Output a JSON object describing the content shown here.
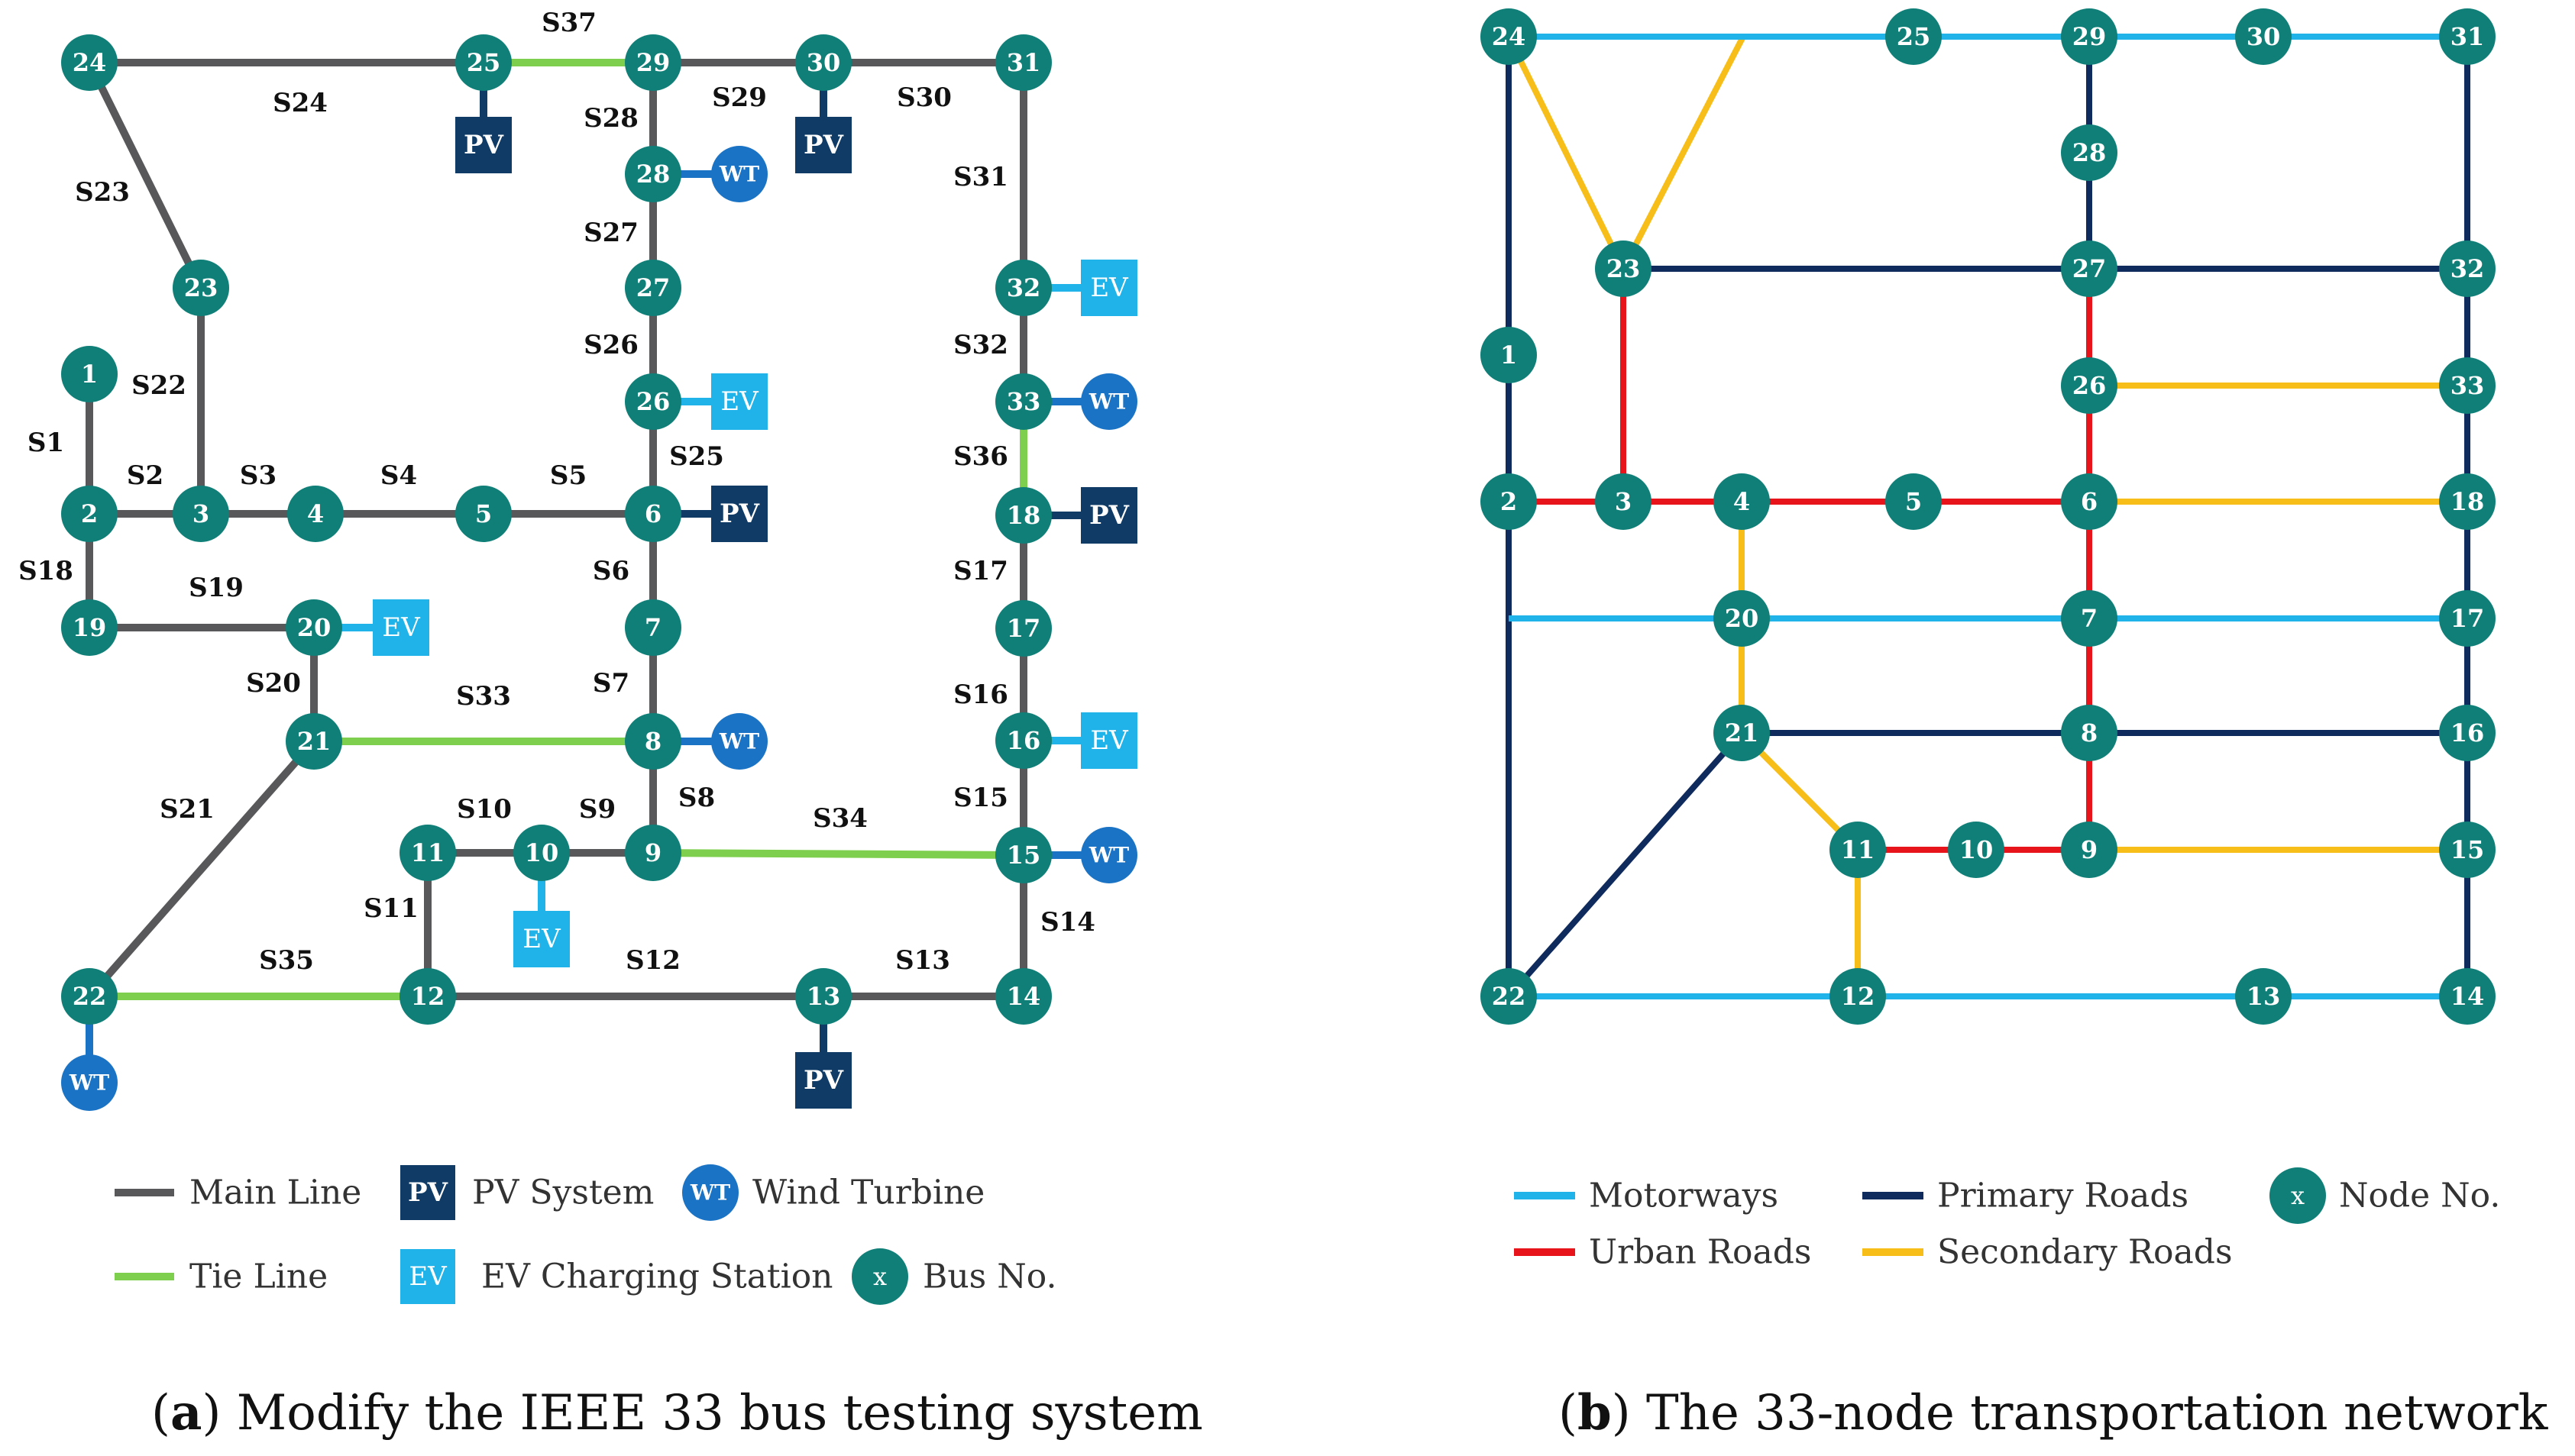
{
  "colors": {
    "bus": "#0f7f77",
    "main_line": "#58585a",
    "tie_line": "#7fcf4e",
    "pv": "#0f3b66",
    "ev": "#1fb3ea",
    "wt": "#1a73c4",
    "motorway": "#1fb3ea",
    "primary": "#0f2a5c",
    "urban": "#e8141c",
    "secondary": "#f7be1a"
  },
  "panel_a": {
    "caption_letter": "a",
    "caption_text": " Modify the IEEE 33 bus testing system",
    "buses": [
      "1",
      "2",
      "3",
      "4",
      "5",
      "6",
      "7",
      "8",
      "9",
      "10",
      "11",
      "12",
      "13",
      "14",
      "15",
      "16",
      "17",
      "18",
      "19",
      "20",
      "21",
      "22",
      "23",
      "24",
      "25",
      "26",
      "27",
      "28",
      "29",
      "30",
      "31",
      "32",
      "33"
    ],
    "segments": [
      {
        "label": "S1",
        "from": "1",
        "to": "2",
        "type": "main"
      },
      {
        "label": "S2",
        "from": "2",
        "to": "3",
        "type": "main"
      },
      {
        "label": "S3",
        "from": "3",
        "to": "4",
        "type": "main"
      },
      {
        "label": "S4",
        "from": "4",
        "to": "5",
        "type": "main"
      },
      {
        "label": "S5",
        "from": "5",
        "to": "6",
        "type": "main"
      },
      {
        "label": "S6",
        "from": "6",
        "to": "7",
        "type": "main"
      },
      {
        "label": "S7",
        "from": "7",
        "to": "8",
        "type": "main"
      },
      {
        "label": "S8",
        "from": "8",
        "to": "9",
        "type": "main"
      },
      {
        "label": "S9",
        "from": "9",
        "to": "10",
        "type": "main"
      },
      {
        "label": "S10",
        "from": "10",
        "to": "11",
        "type": "main"
      },
      {
        "label": "S11",
        "from": "11",
        "to": "12",
        "type": "main"
      },
      {
        "label": "S12",
        "from": "12",
        "to": "13",
        "type": "main"
      },
      {
        "label": "S13",
        "from": "13",
        "to": "14",
        "type": "main"
      },
      {
        "label": "S14",
        "from": "14",
        "to": "15",
        "type": "main"
      },
      {
        "label": "S15",
        "from": "15",
        "to": "16",
        "type": "main"
      },
      {
        "label": "S16",
        "from": "16",
        "to": "17",
        "type": "main"
      },
      {
        "label": "S17",
        "from": "17",
        "to": "18",
        "type": "main"
      },
      {
        "label": "S18",
        "from": "2",
        "to": "19",
        "type": "main"
      },
      {
        "label": "S19",
        "from": "19",
        "to": "20",
        "type": "main"
      },
      {
        "label": "S20",
        "from": "20",
        "to": "21",
        "type": "main"
      },
      {
        "label": "S21",
        "from": "21",
        "to": "22",
        "type": "main"
      },
      {
        "label": "S22",
        "from": "3",
        "to": "23",
        "type": "main"
      },
      {
        "label": "S23",
        "from": "23",
        "to": "24",
        "type": "main"
      },
      {
        "label": "S24",
        "from": "24",
        "to": "25",
        "type": "main"
      },
      {
        "label": "S25",
        "from": "6",
        "to": "26",
        "type": "main"
      },
      {
        "label": "S26",
        "from": "26",
        "to": "27",
        "type": "main"
      },
      {
        "label": "S27",
        "from": "27",
        "to": "28",
        "type": "main"
      },
      {
        "label": "S28",
        "from": "28",
        "to": "29",
        "type": "main"
      },
      {
        "label": "S29",
        "from": "29",
        "to": "30",
        "type": "main"
      },
      {
        "label": "S30",
        "from": "30",
        "to": "31",
        "type": "main"
      },
      {
        "label": "S31",
        "from": "31",
        "to": "32",
        "type": "main"
      },
      {
        "label": "S32",
        "from": "32",
        "to": "33",
        "type": "main"
      },
      {
        "label": "S33",
        "from": "21",
        "to": "8",
        "type": "tie"
      },
      {
        "label": "S34",
        "from": "9",
        "to": "15",
        "type": "tie"
      },
      {
        "label": "S35",
        "from": "22",
        "to": "12",
        "type": "tie"
      },
      {
        "label": "S36",
        "from": "33",
        "to": "18",
        "type": "tie"
      },
      {
        "label": "S37",
        "from": "25",
        "to": "29",
        "type": "tie"
      }
    ],
    "devices": [
      {
        "type": "PV",
        "bus": "25",
        "text": "PV"
      },
      {
        "type": "PV",
        "bus": "30",
        "text": "PV"
      },
      {
        "type": "PV",
        "bus": "6",
        "text": "PV"
      },
      {
        "type": "PV",
        "bus": "18",
        "text": "PV"
      },
      {
        "type": "PV",
        "bus": "13",
        "text": "PV"
      },
      {
        "type": "EV",
        "bus": "32",
        "text": "EV"
      },
      {
        "type": "EV",
        "bus": "26",
        "text": "EV"
      },
      {
        "type": "EV",
        "bus": "20",
        "text": "EV"
      },
      {
        "type": "EV",
        "bus": "16",
        "text": "EV"
      },
      {
        "type": "EV",
        "bus": "10",
        "text": "EV"
      },
      {
        "type": "WT",
        "bus": "28",
        "text": "WT"
      },
      {
        "type": "WT",
        "bus": "33",
        "text": "WT"
      },
      {
        "type": "WT",
        "bus": "8",
        "text": "WT"
      },
      {
        "type": "WT",
        "bus": "15",
        "text": "WT"
      },
      {
        "type": "WT",
        "bus": "22",
        "text": "WT"
      }
    ],
    "legend": {
      "main_line": "Main Line",
      "tie_line": "Tie Line",
      "pv_icon": "PV",
      "pv_system": "PV System",
      "ev_icon": "EV",
      "ev_station": "EV Charging Station",
      "wt_icon": "WT",
      "wind_turbine": "Wind Turbine",
      "bus_icon": "x",
      "bus_no": "Bus No."
    }
  },
  "panel_b": {
    "caption_letter": "b",
    "caption_text": " The 33-node transportation network",
    "nodes": [
      "1",
      "2",
      "3",
      "4",
      "5",
      "6",
      "7",
      "8",
      "9",
      "10",
      "11",
      "12",
      "13",
      "14",
      "15",
      "16",
      "17",
      "18",
      "20",
      "21",
      "22",
      "23",
      "24",
      "25",
      "26",
      "27",
      "28",
      "29",
      "30",
      "31",
      "32",
      "33"
    ],
    "roads": [
      {
        "type": "motorway",
        "path": [
          "24",
          "25",
          "29",
          "30",
          "31"
        ]
      },
      {
        "type": "motorway",
        "path": [
          "2",
          "20",
          "7",
          "17"
        ]
      },
      {
        "type": "motorway",
        "path": [
          "22",
          "12",
          "13",
          "14"
        ]
      },
      {
        "type": "primary",
        "path": [
          "24",
          "1",
          "2",
          "22"
        ]
      },
      {
        "type": "primary",
        "path": [
          "22",
          "21",
          "8",
          "16"
        ]
      },
      {
        "type": "primary",
        "path": [
          "23",
          "27",
          "32"
        ]
      },
      {
        "type": "primary",
        "path": [
          "29",
          "28",
          "27"
        ]
      },
      {
        "type": "primary",
        "path": [
          "31",
          "32",
          "33",
          "18",
          "17",
          "16",
          "15",
          "14"
        ]
      },
      {
        "type": "urban",
        "path": [
          "23",
          "3"
        ]
      },
      {
        "type": "urban",
        "path": [
          "2",
          "3",
          "4",
          "5",
          "6"
        ]
      },
      {
        "type": "urban",
        "path": [
          "27",
          "26",
          "6",
          "7",
          "8",
          "9"
        ]
      },
      {
        "type": "urban",
        "path": [
          "11",
          "10",
          "9"
        ]
      },
      {
        "type": "secondary",
        "path": [
          "24",
          "23"
        ]
      },
      {
        "type": "secondary",
        "path": [
          "23",
          "T1"
        ]
      },
      {
        "type": "secondary",
        "path": [
          "26",
          "33"
        ]
      },
      {
        "type": "secondary",
        "path": [
          "6",
          "18"
        ]
      },
      {
        "type": "secondary",
        "path": [
          "4",
          "20",
          "21",
          "11",
          "12"
        ]
      },
      {
        "type": "secondary",
        "path": [
          "9",
          "15"
        ]
      }
    ],
    "legend": {
      "motorways": "Motorways",
      "urban_roads": "Urban Roads",
      "primary_roads": "Primary Roads",
      "secondary_roads": "Secondary  Roads",
      "node_icon": "x",
      "node_no": "Node No."
    }
  }
}
